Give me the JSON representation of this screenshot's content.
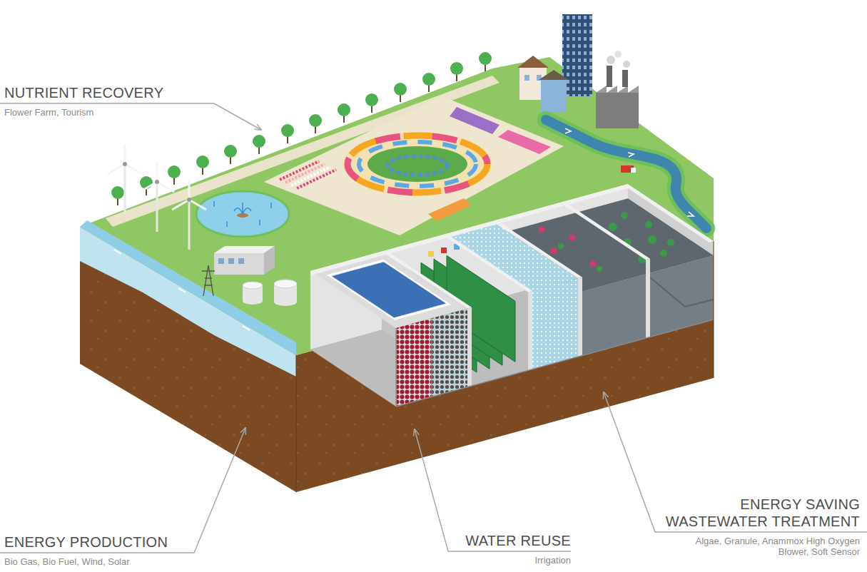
{
  "diagram": {
    "labels": [
      "NUTRIENT RECOVERY",
      "Flower Farm, Tourism",
      "ENERGY PRODUCTION",
      "Bio Gas, Bio Fuel, Wind, Solar",
      "WATER REUSE",
      "Irrigation",
      "ENERGY SAVING WASTEWATER TREATMENT",
      "Algae, Granule, Anammox High Oxygen Blower, Soft Sensor"
    ]
  }
}
